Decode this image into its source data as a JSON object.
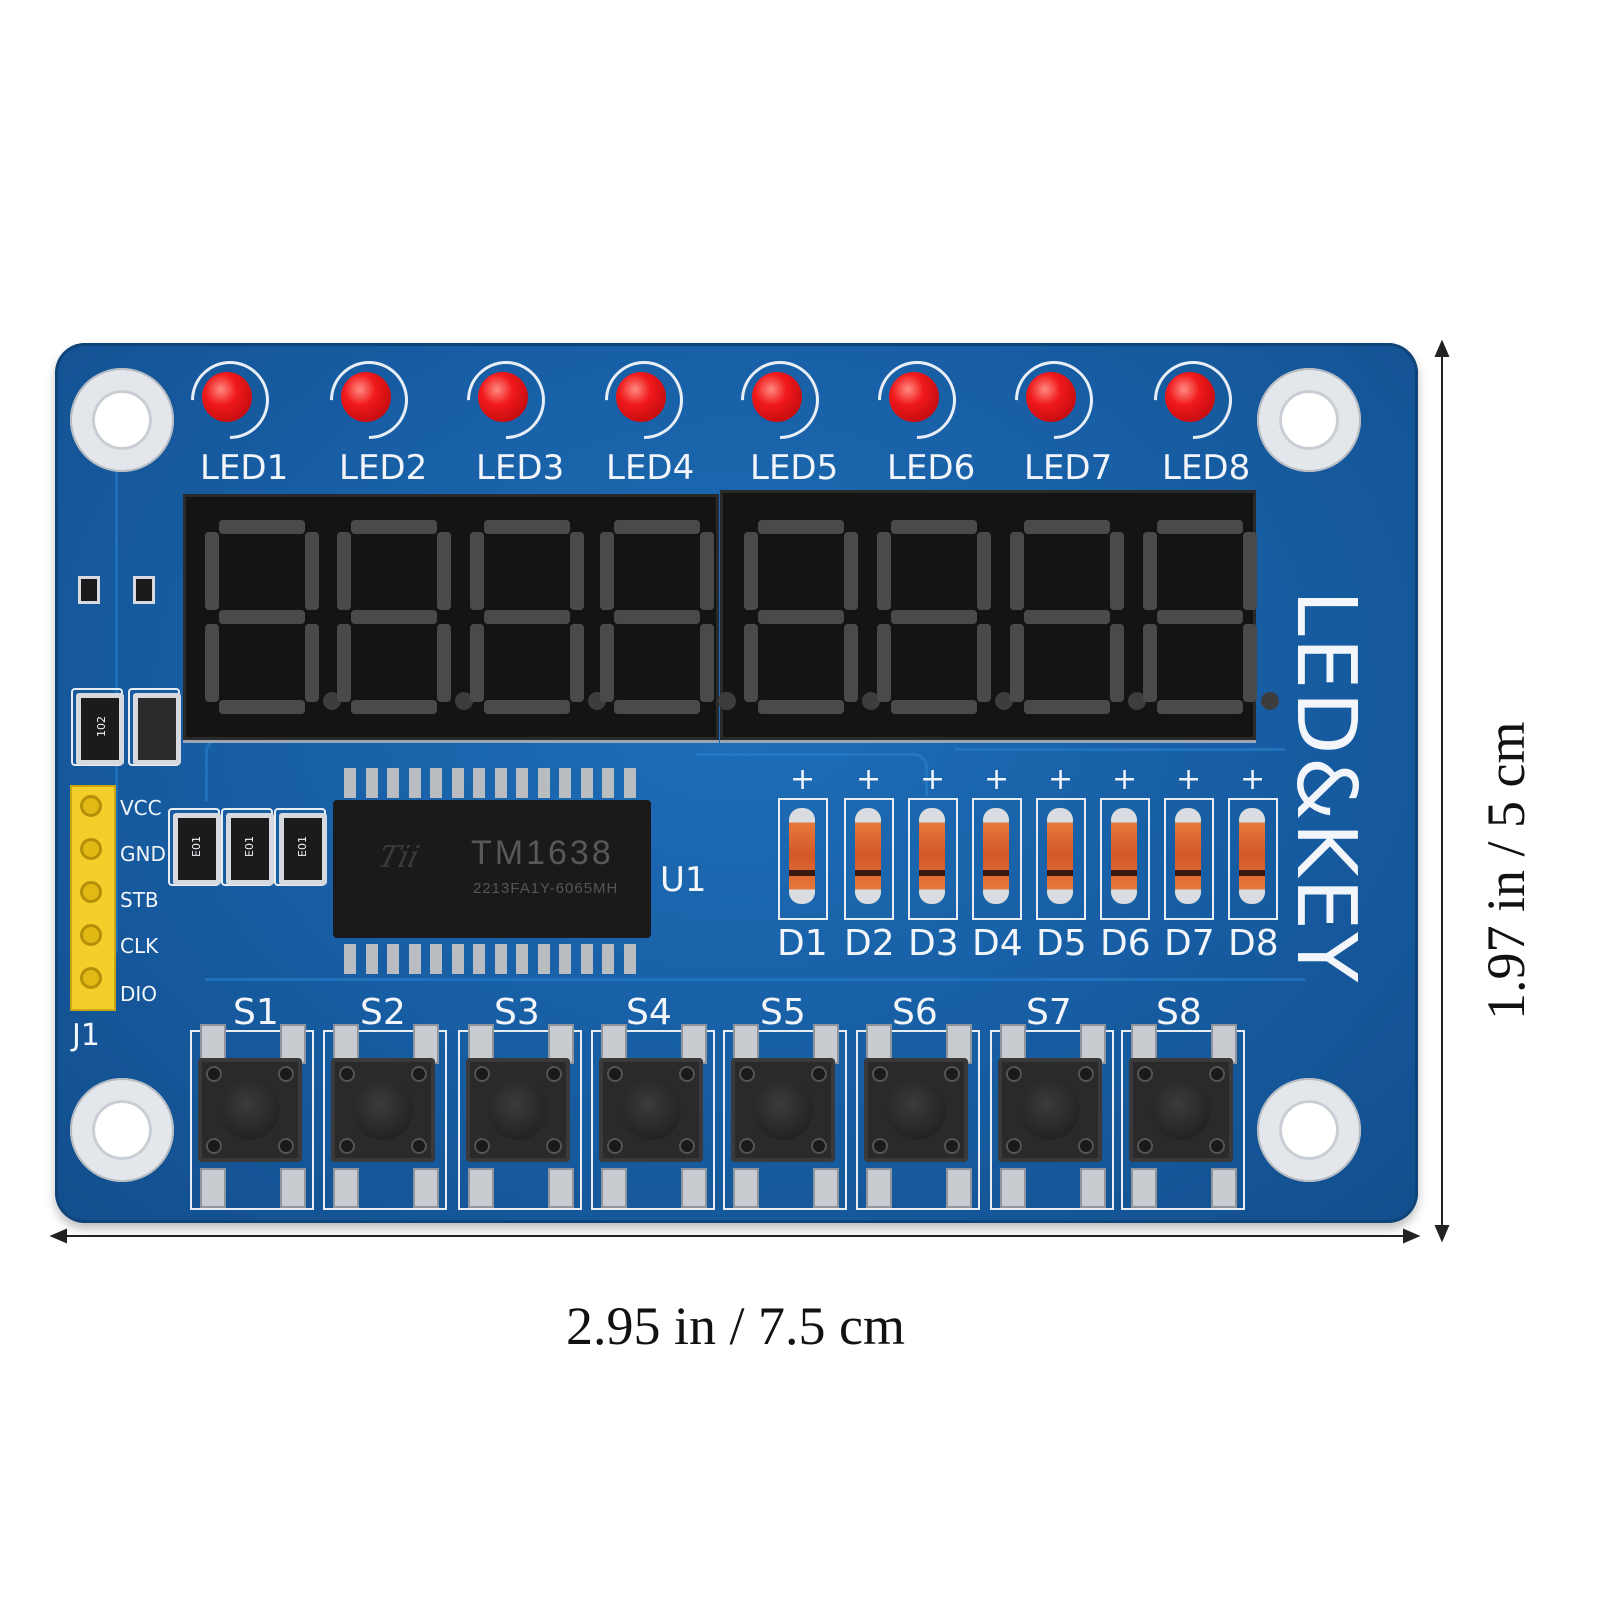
{
  "board": {
    "title": "LED&KEY",
    "leds": [
      "LED1",
      "LED2",
      "LED3",
      "LED4",
      "LED5",
      "LED6",
      "LED7",
      "LED8"
    ],
    "diodes": [
      "D1",
      "D2",
      "D3",
      "D4",
      "D5",
      "D6",
      "D7",
      "D8"
    ],
    "diode_plus": "+",
    "switches": [
      "S1",
      "S2",
      "S3",
      "S4",
      "S5",
      "S6",
      "S7",
      "S8"
    ],
    "chip": {
      "name": "TM1638",
      "code": "2213FA1Y-6065MH",
      "ref": "U1"
    },
    "header": {
      "ref": "J1",
      "pins": [
        "VCC",
        "GND",
        "STB",
        "CLK",
        "DIO"
      ]
    },
    "resistor_code": "102",
    "smd_codes": [
      "E01",
      "E01",
      "E01"
    ]
  },
  "dimensions": {
    "width": "2.95 in / 7.5 cm",
    "height": "1.97 in / 5 cm"
  },
  "colors": {
    "pcb": "#175da3",
    "led_red": "#f0191b",
    "header_yellow": "#f2cf2a"
  }
}
